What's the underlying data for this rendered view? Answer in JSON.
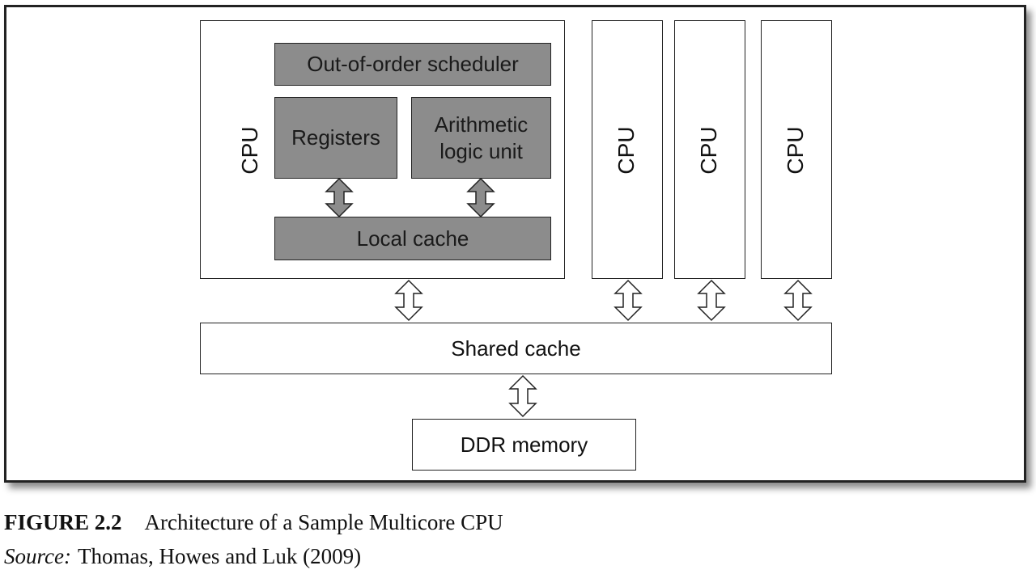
{
  "diagram": {
    "main_cpu": {
      "label": "CPU",
      "scheduler": "Out-of-order scheduler",
      "registers": "Registers",
      "alu_line1": "Arithmetic",
      "alu_line2": "logic unit",
      "local_cache": "Local cache"
    },
    "cores": [
      {
        "label": "CPU"
      },
      {
        "label": "CPU"
      },
      {
        "label": "CPU"
      }
    ],
    "shared_cache": "Shared cache",
    "memory": "DDR memory",
    "colors": {
      "component_fill": "#8c8c8c",
      "outline": "#222222"
    }
  },
  "caption": {
    "figure_number": "FIGURE 2.2",
    "figure_title": "Architecture of a Sample Multicore CPU",
    "source_label": "Source:",
    "source_text": "Thomas, Howes and Luk (2009)"
  }
}
